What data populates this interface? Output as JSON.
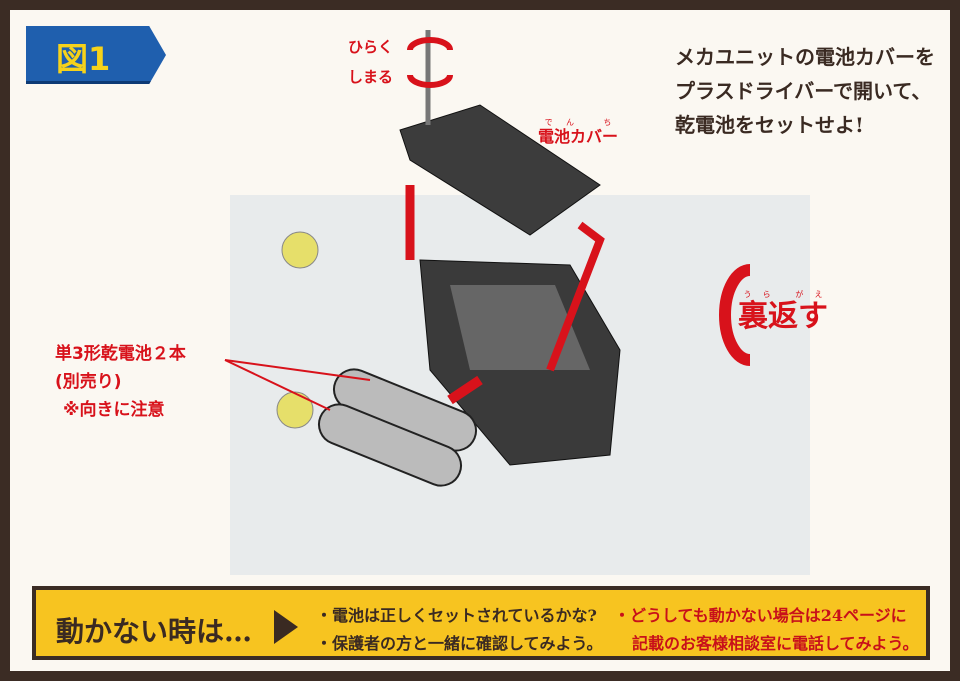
{
  "figure_label": "図1",
  "screwdriver": {
    "open": "ひらく",
    "close": "しまる"
  },
  "battery_cover_label": "電池カバー",
  "battery_cover_ruby": "でん ち",
  "flip_label": "裏返す",
  "flip_ruby": "うら がえ",
  "batteries": {
    "line1": "単3形乾電池２本",
    "line2": "(別売り)",
    "line3": "※向きに注意"
  },
  "instruction": [
    "メカユニットの電池カバーを",
    "プラスドライバーで開いて、",
    "乾電池をセットせよ!"
  ],
  "trouble": {
    "title": "動かない時は…",
    "items": [
      "・電池は正しくセットされているかな?",
      "・保護者の方と一緒に確認してみよう。"
    ],
    "red_items": [
      "・どうしても動かない場合は24ページに",
      "記載のお客様相談室に電話してみよう。"
    ]
  },
  "colors": {
    "accent": "#d8121b",
    "tag": "#1f5fae",
    "bar": "#f7c420"
  }
}
